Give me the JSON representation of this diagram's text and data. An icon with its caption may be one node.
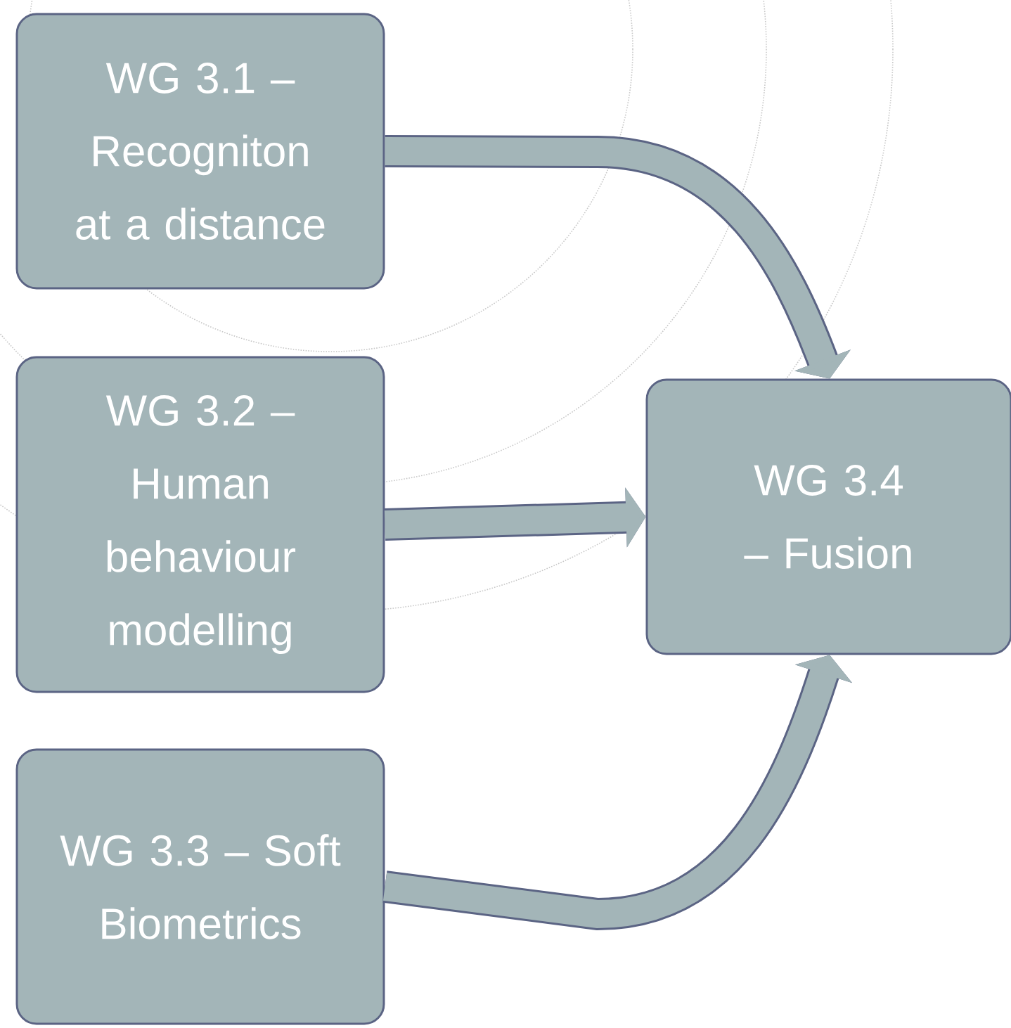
{
  "diagram": {
    "nodes": [
      {
        "text": [
          "WG 3.1 – Recogniton at a distance"
        ]
      },
      {
        "text": [
          "WG 3.2 – Human behaviour modelling"
        ]
      },
      {
        "text": [
          "WG 3.3 – Soft Biometrics"
        ]
      },
      {
        "text": [
          "WG 3.4 – Fusion"
        ]
      }
    ],
    "edges": [
      {
        "from": 0,
        "to": 3,
        "arrow": "to"
      },
      {
        "from": 1,
        "to": 3,
        "arrow": "to"
      },
      {
        "from": 2,
        "to": 3,
        "arrow": "to"
      }
    ]
  }
}
